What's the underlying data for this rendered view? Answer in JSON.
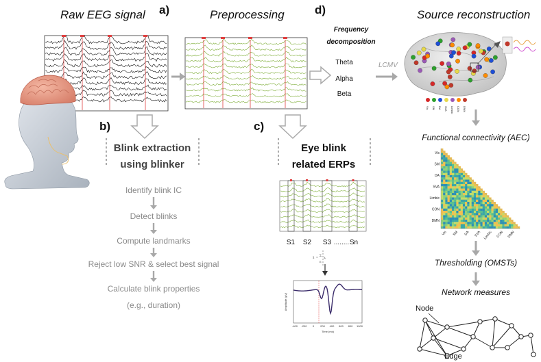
{
  "panels": {
    "raw_eeg": {
      "title": "Raw EEG signal"
    },
    "a": {
      "letter": "a)",
      "title": "Preprocessing"
    },
    "b": {
      "letter": "b)",
      "title_line1": "Blink extraction",
      "title_line2": "using blinker",
      "steps": [
        "Identify blink IC",
        "Detect blinks",
        "Compute landmarks",
        "Reject low SNR & select best signal",
        "Calculate blink properties"
      ],
      "steps_note": "(e.g., duration)"
    },
    "c": {
      "letter": "c)",
      "title_line1": "Eye blink",
      "title_line2": "related ERPs",
      "segments": [
        "S1",
        "S2",
        "S3",
        "........",
        "Sn"
      ],
      "erp_xticks": [
        "-400",
        "-200",
        "0",
        "200",
        "400",
        "600",
        "800",
        "1000"
      ],
      "erp_xlabel": "Time (ms)",
      "erp_ylabel": "Amplitude (µV)"
    },
    "d": {
      "letter": "d)",
      "frequency_title_line1": "Frequency",
      "frequency_title_line2": "decomposition",
      "bands": [
        "Theta",
        "Alpha",
        "Beta"
      ],
      "method": "LCMV",
      "source_title": "Source reconstruction",
      "networks": [
        "Vis",
        "SM",
        "DA",
        "SVA",
        "Limbic",
        "CON",
        "DMN"
      ],
      "network_colors": [
        "#d62728",
        "#2ca02c",
        "#1f4fd6",
        "#e6d84a",
        "#9b59b6",
        "#ff8c00",
        "#c0392b"
      ],
      "fc_title": "Functional connectivity (AEC)",
      "threshold_title": "Thresholding (OMSTs)",
      "measures_title": "Network measures",
      "node_label": "Node",
      "edge_label": "Edge"
    }
  },
  "colors": {
    "eeg_raw": "#111111",
    "eeg_clean": "#7fae3a",
    "marker": "#e04040",
    "arrow": "#a8a8a8",
    "step_text": "#8a8a8a"
  }
}
